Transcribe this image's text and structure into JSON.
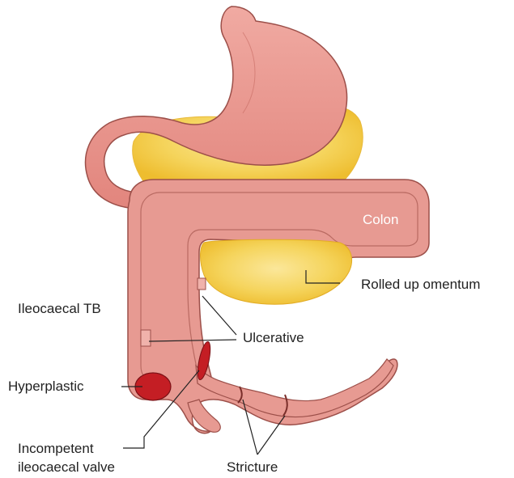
{
  "labels": {
    "colon": "Colon",
    "rolled_up_omentum": "Rolled up omentum",
    "ileocaecal_tb": "Ileocaecal TB",
    "ulcerative": "Ulcerative",
    "hyperplastic": "Hyperplastic",
    "incompetent_line1": "Incompetent",
    "incompetent_line2": "ileocaecal valve",
    "stricture": "Stricture"
  },
  "colors": {
    "organ_fill": "#e79a92",
    "organ_outline": "#9c4f49",
    "omentum": "#f3cc4a",
    "omentum_highlight": "#f8e07a",
    "lesion": "#c41e24",
    "leader_line": "#222222"
  }
}
